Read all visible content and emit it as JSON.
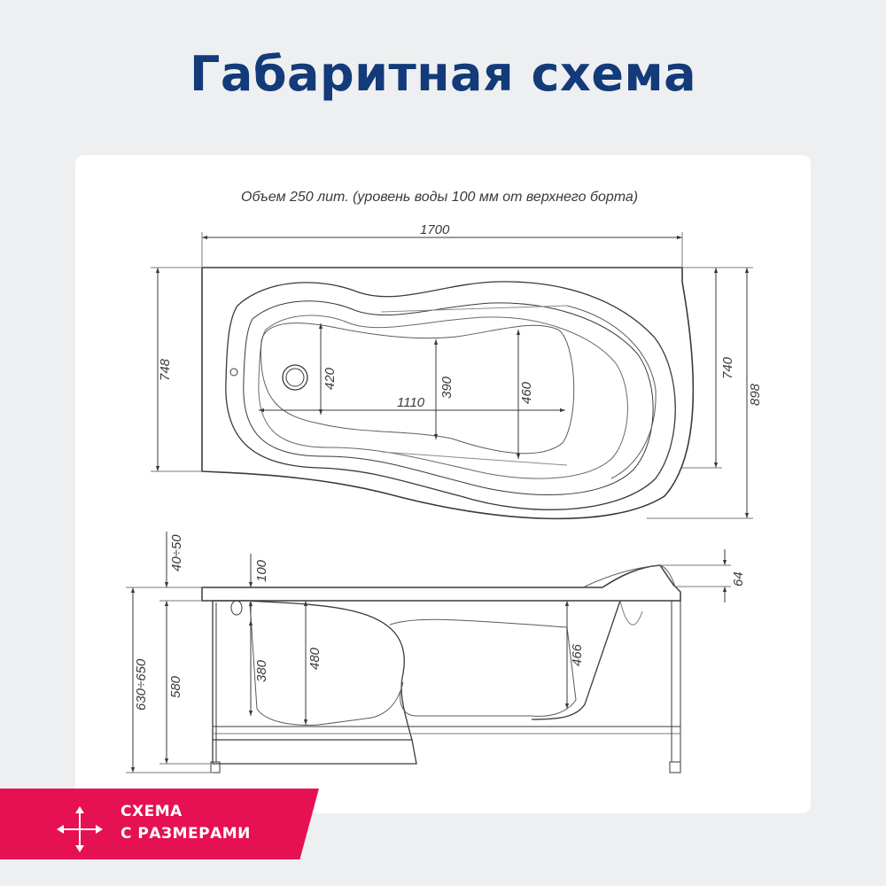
{
  "page": {
    "title": "Габаритная схема"
  },
  "drawing": {
    "note": "Объем 250 лит. (уровень воды 100 мм от верхнего борта)",
    "top_view": {
      "overall_length": "1700",
      "left_depth": "748",
      "right_inner_depth": "740",
      "right_overall_depth": "898",
      "inner_length": "1110",
      "inner_width_left": "420",
      "inner_width_mid": "390",
      "inner_width_right": "460"
    },
    "side_view": {
      "rim_range": "40÷50",
      "water_level": "100",
      "head_rest": "64",
      "total_height_range": "630÷650",
      "body_height": "580",
      "depth_left": "380",
      "depth_mid": "480",
      "depth_right": "466"
    }
  },
  "badge": {
    "line1": "СХЕМА",
    "line2": "С РАЗМЕРАМИ"
  },
  "colors": {
    "title": "#133a79",
    "badge": "#e61152",
    "line": "#3a3a3a",
    "background": "#eeeff1"
  }
}
